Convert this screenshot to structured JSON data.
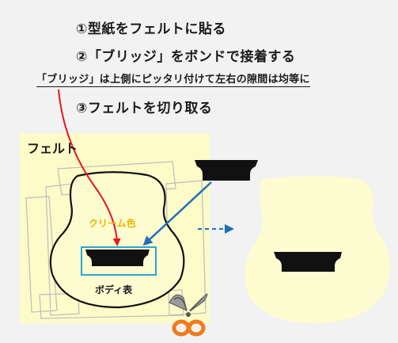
{
  "steps": {
    "step1": "①型紙をフェルトに貼る",
    "step2": "②「ブリッジ」をボンドで接着する",
    "note": "「ブリッジ」は上側にピッタリ付けて左右の隙間は均等に",
    "step3": "③フェルトを切り取る"
  },
  "labels": {
    "felt": "フェルト",
    "cream": "クリーム色",
    "body": "ボディ表"
  },
  "colors": {
    "felt_background": "#fdfbc8",
    "cut_body": "#fdfbd0",
    "red_arrow": "#e8141e",
    "blue_arrow": "#1f6fb4",
    "bridge_frame": "#2aa6d6",
    "scissors_handle": "#f07a1c"
  }
}
